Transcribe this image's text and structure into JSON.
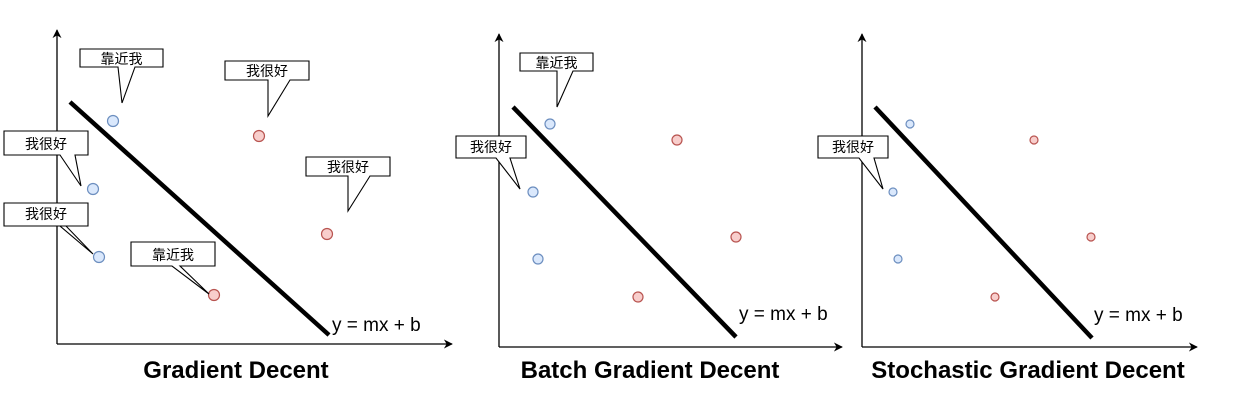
{
  "panels": [
    {
      "title": "Gradient Decent",
      "equation": "y = mx + b",
      "points": [
        {
          "class": "blue"
        },
        {
          "class": "blue"
        },
        {
          "class": "blue"
        },
        {
          "class": "red"
        },
        {
          "class": "red"
        },
        {
          "class": "red"
        }
      ],
      "callouts": [
        {
          "text": "靠近我"
        },
        {
          "text": "我很好"
        },
        {
          "text": "我很好"
        },
        {
          "text": "我很好"
        },
        {
          "text": "我很好"
        },
        {
          "text": "靠近我"
        }
      ]
    },
    {
      "title": "Batch Gradient Decent",
      "equation": "y = mx + b",
      "points": [
        {
          "class": "blue"
        },
        {
          "class": "blue"
        },
        {
          "class": "blue"
        },
        {
          "class": "red"
        },
        {
          "class": "red"
        },
        {
          "class": "red"
        }
      ],
      "callouts": [
        {
          "text": "靠近我"
        },
        {
          "text": "我很好"
        }
      ]
    },
    {
      "title": "Stochastic Gradient Decent",
      "equation": "y = mx + b",
      "points": [
        {
          "class": "blue"
        },
        {
          "class": "blue"
        },
        {
          "class": "blue"
        },
        {
          "class": "red"
        },
        {
          "class": "red"
        },
        {
          "class": "red"
        }
      ],
      "callouts": [
        {
          "text": "我很好"
        }
      ]
    }
  ],
  "colors": {
    "blue_fill": "#dae8fc",
    "blue_stroke": "#6c8ebf",
    "red_fill": "#f8cecc",
    "red_stroke": "#b85450"
  }
}
